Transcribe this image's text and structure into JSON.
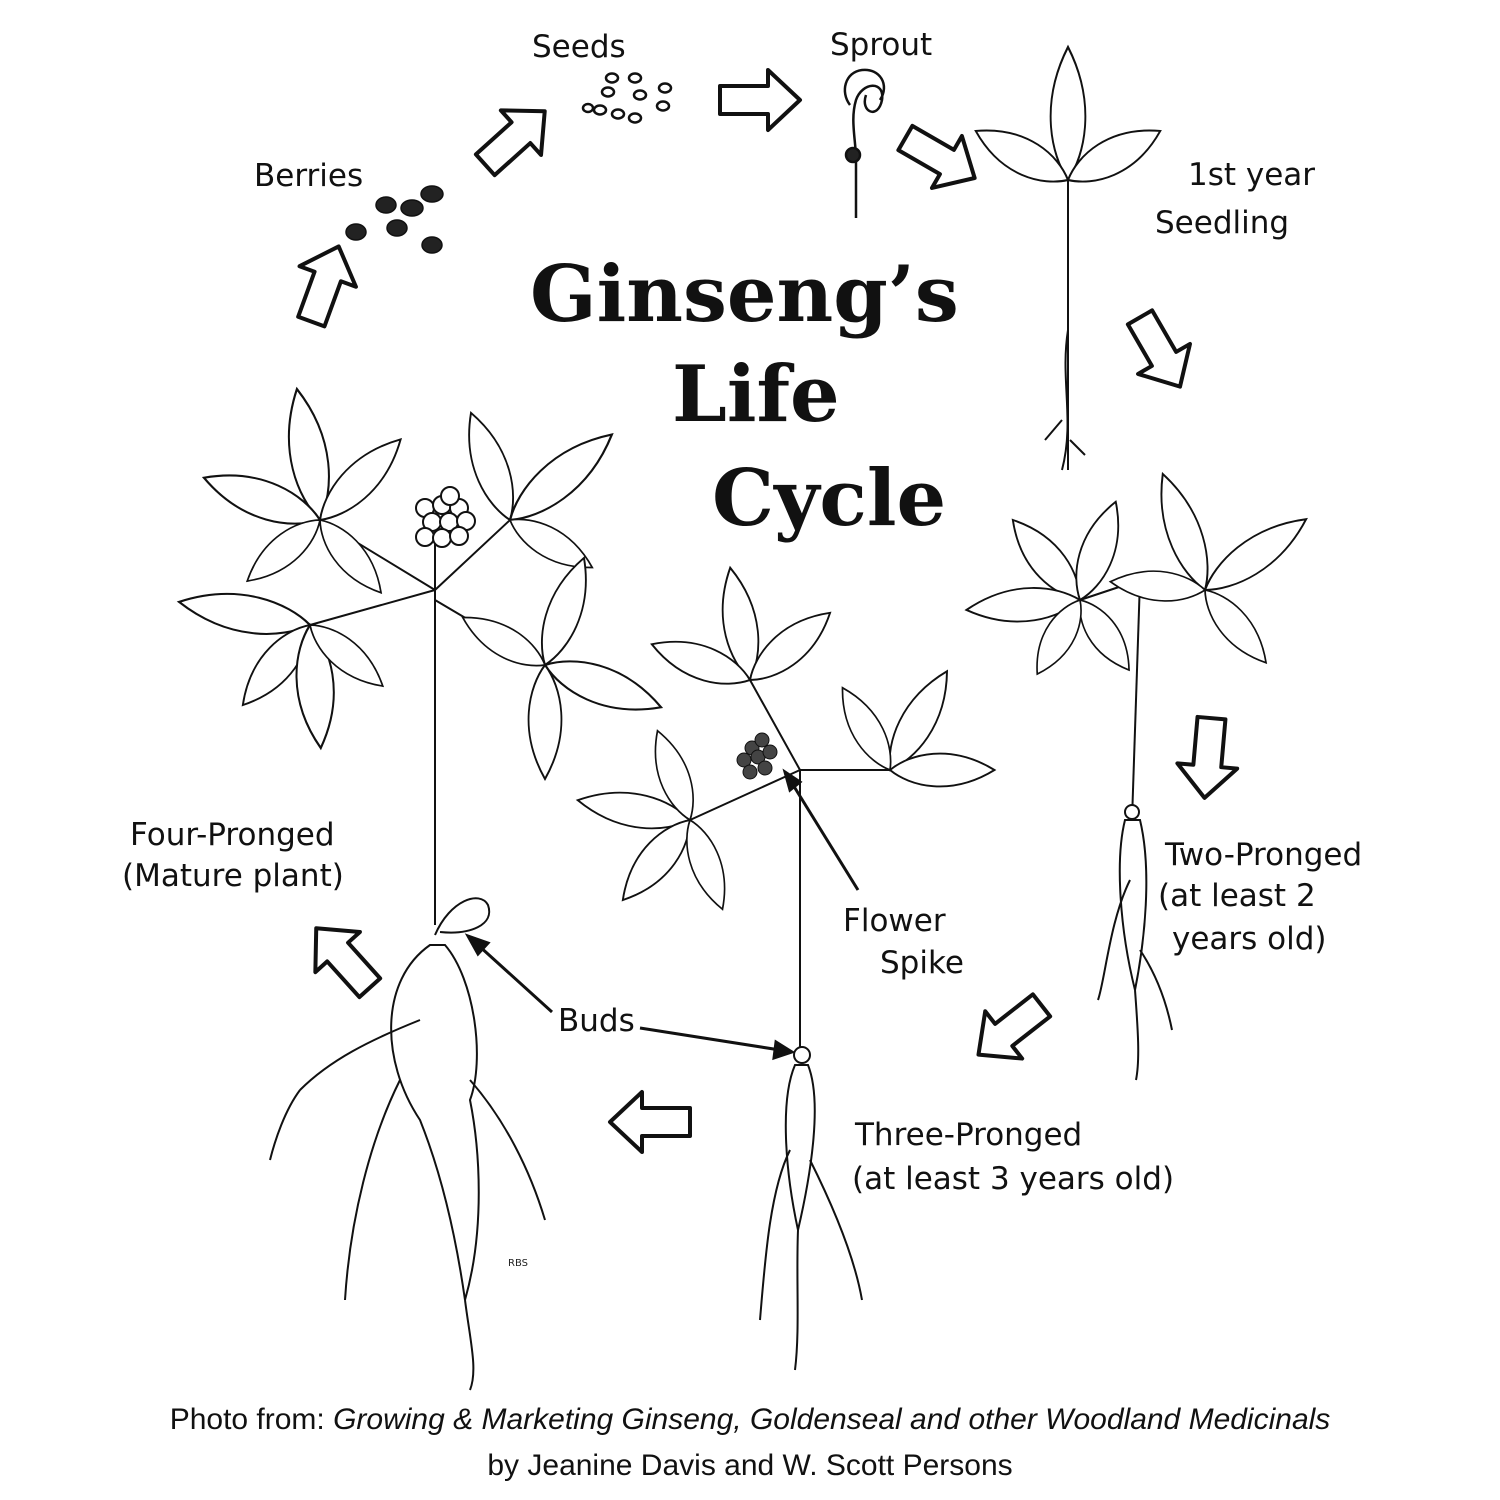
{
  "title": {
    "line1": "Ginseng’s",
    "line2": "Life",
    "line3": "Cycle"
  },
  "stages": {
    "seeds": "Seeds",
    "sprout": "Sprout",
    "seedling_line1": "1st year",
    "seedling_line2": "Seedling",
    "berries": "Berries",
    "two_line1": "Two-Pronged",
    "two_line2": "(at least 2",
    "two_line3": "years old)",
    "three_line1": "Three-Pronged",
    "three_line2": "(at least 3 years old)",
    "four_line1": "Four-Pronged",
    "four_line2": "(Mature plant)"
  },
  "annotations": {
    "flower_line1": "Flower",
    "flower_line2": "Spike",
    "buds": "Buds",
    "artist_initials": "RBS"
  },
  "caption": {
    "prefix": "Photo from: ",
    "book_title": "Growing & Marketing Ginseng, Goldenseal and other Woodland Medicinals",
    "authors": "by Jeanine Davis and W. Scott Persons"
  }
}
